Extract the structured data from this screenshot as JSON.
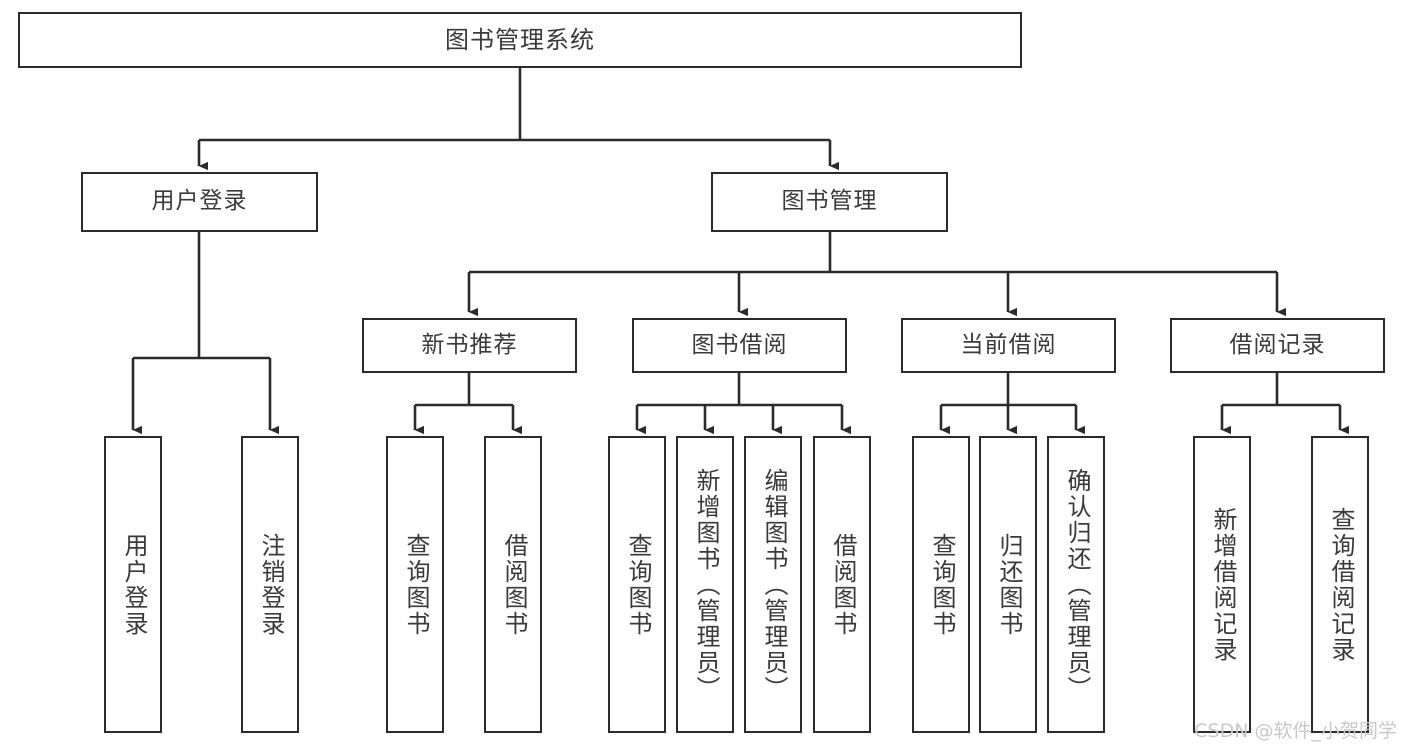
{
  "diagram": {
    "title": "图书管理系统",
    "type": "tree",
    "watermark": "CSDN @软件_小贺同学",
    "edge_color": "#2b2b2b",
    "box_border_color": "#2b2b2b",
    "text_color": "#3a3a3a",
    "background": "#ffffff"
  },
  "nodes": {
    "root": {
      "label": "图书管理系统",
      "orientation": "horizontal",
      "level": 0
    },
    "user_login": {
      "label": "用户登录",
      "orientation": "horizontal",
      "level": 1
    },
    "book_mgmt": {
      "label": "图书管理",
      "orientation": "horizontal",
      "level": 1
    },
    "new_book_rec": {
      "label": "新书推荐",
      "orientation": "horizontal",
      "level": 2
    },
    "book_borrow": {
      "label": "图书借阅",
      "orientation": "horizontal",
      "level": 2
    },
    "current_borrow": {
      "label": "当前借阅",
      "orientation": "horizontal",
      "level": 2
    },
    "borrow_record": {
      "label": "借阅记录",
      "orientation": "horizontal",
      "level": 2
    },
    "leaf_user_login": {
      "label": "用户登录",
      "orientation": "vertical",
      "level": 2
    },
    "leaf_user_logout": {
      "label": "注销登录",
      "orientation": "vertical",
      "level": 2
    },
    "leaf_query_book_a": {
      "label": "查询图书",
      "orientation": "vertical",
      "level": 3
    },
    "leaf_borrow_book_a": {
      "label": "借阅图书",
      "orientation": "vertical",
      "level": 3
    },
    "leaf_query_book_b": {
      "label": "查询图书",
      "orientation": "vertical",
      "level": 3
    },
    "leaf_add_book": {
      "label": "新增图书（管理员）",
      "orientation": "vertical",
      "level": 3
    },
    "leaf_edit_book": {
      "label": "编辑图书（管理员）",
      "orientation": "vertical",
      "level": 3
    },
    "leaf_borrow_book_b": {
      "label": "借阅图书",
      "orientation": "vertical",
      "level": 3
    },
    "leaf_query_book_c": {
      "label": "查询图书",
      "orientation": "vertical",
      "level": 3
    },
    "leaf_return_book": {
      "label": "归还图书",
      "orientation": "vertical",
      "level": 3
    },
    "leaf_confirm_return": {
      "label": "确认归还（管理员）",
      "orientation": "vertical",
      "level": 3
    },
    "leaf_add_record": {
      "label": "新增借阅记录",
      "orientation": "vertical",
      "level": 3
    },
    "leaf_query_record": {
      "label": "查询借阅记录",
      "orientation": "vertical",
      "level": 3
    }
  },
  "edges": [
    {
      "from": "root",
      "to": "user_login"
    },
    {
      "from": "root",
      "to": "book_mgmt"
    },
    {
      "from": "user_login",
      "to": "leaf_user_login"
    },
    {
      "from": "user_login",
      "to": "leaf_user_logout"
    },
    {
      "from": "book_mgmt",
      "to": "new_book_rec"
    },
    {
      "from": "book_mgmt",
      "to": "book_borrow"
    },
    {
      "from": "book_mgmt",
      "to": "current_borrow"
    },
    {
      "from": "book_mgmt",
      "to": "borrow_record"
    },
    {
      "from": "new_book_rec",
      "to": "leaf_query_book_a"
    },
    {
      "from": "new_book_rec",
      "to": "leaf_borrow_book_a"
    },
    {
      "from": "book_borrow",
      "to": "leaf_query_book_b"
    },
    {
      "from": "book_borrow",
      "to": "leaf_add_book"
    },
    {
      "from": "book_borrow",
      "to": "leaf_edit_book"
    },
    {
      "from": "book_borrow",
      "to": "leaf_borrow_book_b"
    },
    {
      "from": "current_borrow",
      "to": "leaf_query_book_c"
    },
    {
      "from": "current_borrow",
      "to": "leaf_return_book"
    },
    {
      "from": "current_borrow",
      "to": "leaf_confirm_return"
    },
    {
      "from": "borrow_record",
      "to": "leaf_add_record"
    },
    {
      "from": "borrow_record",
      "to": "leaf_query_record"
    }
  ]
}
